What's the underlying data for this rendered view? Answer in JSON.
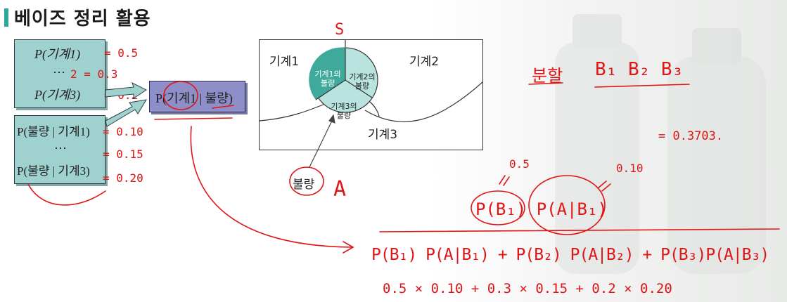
{
  "title": "베이즈 정리 활용",
  "box_machine": {
    "p1": "P(기계1)",
    "dots": "⋯",
    "p3": "P(기계3)"
  },
  "box_defect": {
    "p1": "P(불량 | 기계1)",
    "dots": "⋯",
    "p3": "P(불량 | 기계3)"
  },
  "formula": "P(기계1 | 불량)",
  "venn": {
    "region1": "기계1",
    "region2": "기계2",
    "region3": "기계3",
    "c1": "기계1의 불량",
    "c2": "기계2의 불량",
    "c3": "기계3의 불량",
    "defect": "불량"
  },
  "handwriting": {
    "m1": "= 0.5",
    "m2": "2  = 0.3",
    "m3": "= 0.2",
    "d1": "= 0.10",
    "d2": "= 0.15",
    "d3": "= 0.20",
    "A": "A",
    "S": "S",
    "partition": "분할",
    "B": "B₁  B₂  B₃",
    "result": "= 0.3703.",
    "p05": "0.5",
    "p010": "0.10",
    "numerator": "P(B₁) P(A|B₁)",
    "denominator": "P(B₁) P(A|B₁) + P(B₂) P(A|B₂) + P(B₃)P(A|B₃)",
    "calc": "0.5 × 0.10  +  0.3 × 0.15  +  0.2 × 0.20"
  },
  "colors": {
    "accent": "#2aa89a",
    "box": "#9fd2cf",
    "formula_box": "#8e8fc8",
    "venn_fill": "#b9e3df",
    "venn_dark": "#3fa99c",
    "ink": "#e01616"
  }
}
